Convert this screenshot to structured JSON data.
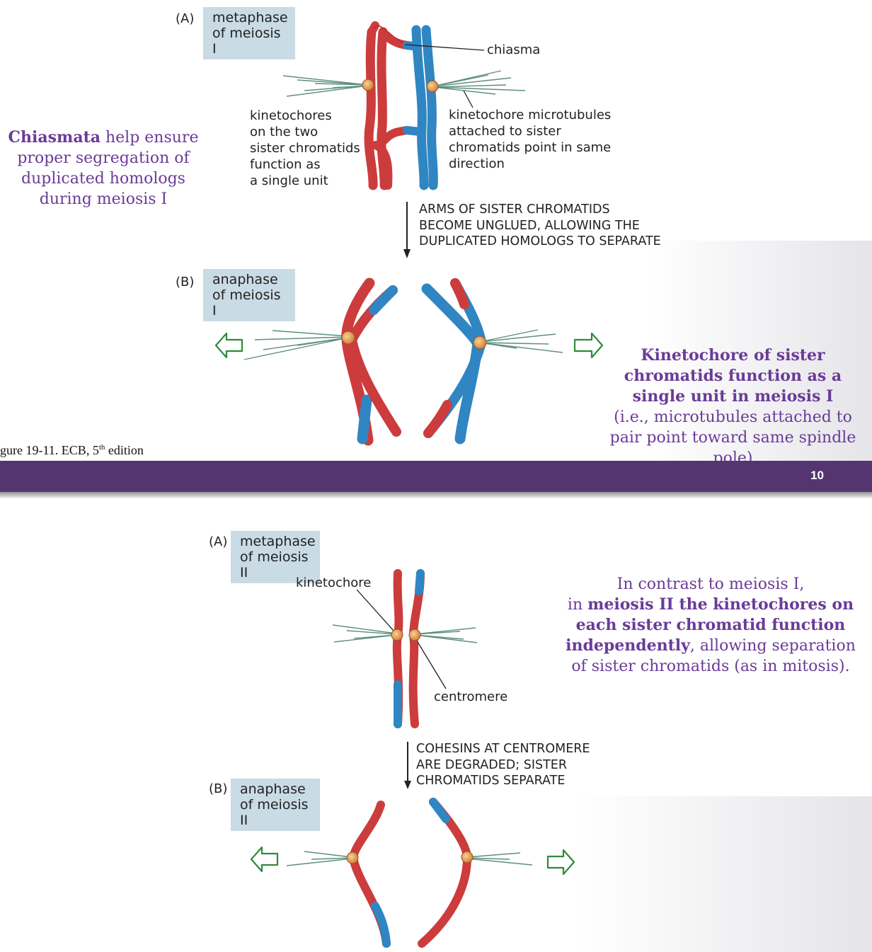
{
  "slide1": {
    "panel_a_label": "(A)",
    "panel_a_stage": "metaphase\nof meiosis I",
    "panel_b_label": "(B)",
    "panel_b_stage": "anaphase\nof meiosis I",
    "chiasma_label": "chiasma",
    "left_callout": "kinetochores\non the two\nsister chromatids\nfunction as\na single unit",
    "right_callout": "kinetochore microtubules\nattached to sister\nchromatids point in same\ndirection",
    "step_text": "ARMS OF SISTER CHROMATIDS\nBECOME UNGLUED, ALLOWING THE\nDUPLICATED HOMOLOGS TO SEPARATE",
    "left_note": {
      "bold": "Chiasmata",
      "rest": " help ensure proper segregation of duplicated homologs during meiosis I"
    },
    "right_note": {
      "bold": "Kinetochore of sister chromatids function as a single unit in meiosis I",
      "rest": "(i.e., microtubules attached to pair point toward same spindle pole)"
    },
    "credit": {
      "prefix": "gure 19-11. ECB, 5",
      "sup": "th",
      "suffix": " edition"
    }
  },
  "footer": {
    "slide_number": "10"
  },
  "slide2": {
    "panel_a_label": "(A)",
    "panel_a_stage": "metaphase\nof meiosis II",
    "panel_b_label": "(B)",
    "panel_b_stage": "anaphase\nof meiosis II",
    "kinetochore_label": "kinetochore",
    "centromere_label": "centromere",
    "step_text": "COHESINS AT CENTROMERE\nARE DEGRADED; SISTER\nCHROMATIDS SEPARATE",
    "note": {
      "line1": "In contrast to meiosis I,",
      "pre": "in ",
      "bold": "meiosis II the kinetochores on each sister chromatid function independently",
      "rest": ", allowing separation of sister chromatids (as in mitosis)."
    }
  },
  "colors": {
    "maternal_red": "#cc3c3c",
    "paternal_blue": "#2f86c2",
    "kinetochore_orange": "#e69a4c",
    "stage_box": "#c9dbe5",
    "accent_purple": "#6a3b98",
    "footer_bar": "#55356f",
    "arrow_green": "#2e8b3a"
  }
}
